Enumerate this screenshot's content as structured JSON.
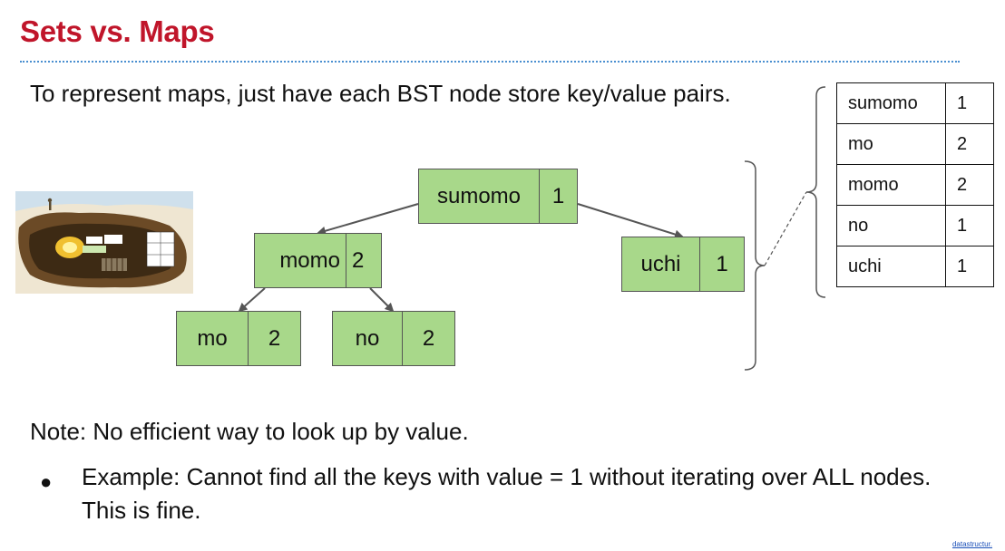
{
  "slide": {
    "title": "Sets vs. Maps",
    "intro": "To represent maps, just have each BST node store key/value pairs.",
    "note": "Note: No efficient way to look up by value.",
    "bullet_symbol": "●",
    "bullet": "Example: Cannot find all the keys with value = 1 without iterating over ALL nodes. This is fine.",
    "footer_link": "datastructur.",
    "accent_color": "#c0152a",
    "node_color": "#a8d88a"
  },
  "tree": {
    "root": {
      "key": "sumomo",
      "value": "1"
    },
    "left": {
      "key": "momo",
      "value": "2"
    },
    "right": {
      "key": "uchi",
      "value": "1"
    },
    "left_left": {
      "key": "mo",
      "value": "2"
    },
    "left_right": {
      "key": "no",
      "value": "2"
    }
  },
  "map_table": {
    "rows": [
      {
        "key": "sumomo",
        "value": "1"
      },
      {
        "key": "mo",
        "value": "2"
      },
      {
        "key": "momo",
        "value": "2"
      },
      {
        "key": "no",
        "value": "1"
      },
      {
        "key": "uchi",
        "value": "1"
      }
    ]
  },
  "illustration": {
    "icon": "cave-illustration-icon"
  }
}
